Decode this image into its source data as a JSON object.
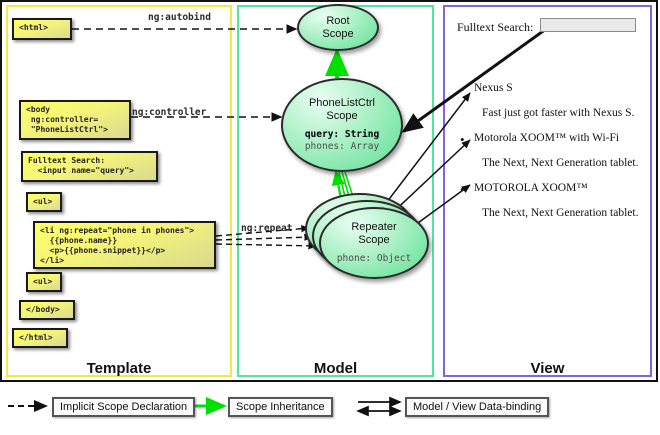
{
  "diagram": {
    "title": "AngularJS Scope / Template / Model / View data-binding diagram",
    "colors": {
      "template_border": "#f2ea3c",
      "model_border": "#4fe6a0",
      "view_border": "#7a66e8",
      "scope_fill": "#84e8ad",
      "code_fill": "#ffff66",
      "inheritance_arrow": "#00e000",
      "frame": "#111111"
    }
  },
  "panels": [
    {
      "id": "template",
      "label": "Template"
    },
    {
      "id": "model",
      "label": "Model"
    },
    {
      "id": "view",
      "label": "View"
    }
  ],
  "template": {
    "boxes": [
      {
        "id": "html-open",
        "text": "<html>"
      },
      {
        "id": "body-open",
        "text": "<body\n ng:controller=\n \"PhoneListCtrl\">"
      },
      {
        "id": "search",
        "text": "Fulltext Search:\n  <input name=\"query\">"
      },
      {
        "id": "ul-open",
        "text": "<ul>"
      },
      {
        "id": "li-repeat",
        "text": "<li ng:repeat=\"phone in phones\">\n  {{phone.name}}\n  <p>{{phone.snippet}}</p>\n</li>"
      },
      {
        "id": "ul-close",
        "text": "<ul>"
      },
      {
        "id": "body-close",
        "text": "</body>"
      },
      {
        "id": "html-close",
        "text": "</html>"
      }
    ]
  },
  "model": {
    "scopes": [
      {
        "id": "root-scope",
        "title": "Root\nScope",
        "props": []
      },
      {
        "id": "ctrl-scope",
        "title": "PhoneListCtrl\nScope",
        "props": [
          {
            "text": "query: String",
            "emphasis": "bold"
          },
          {
            "text": "phones: Array",
            "emphasis": "normal"
          }
        ]
      },
      {
        "id": "repeater-scope",
        "title": "Repeater\nScope",
        "props": [
          {
            "text": "phone: Object",
            "emphasis": "normal"
          }
        ]
      }
    ]
  },
  "view": {
    "search_label": "Fulltext Search:",
    "search_value": "",
    "search_placeholder": "",
    "items": [
      {
        "name": "Nexus S",
        "snippet": "Fast just got faster with Nexus S."
      },
      {
        "name": "Motorola XOOM™  with Wi-Fi",
        "snippet": "The Next, Next Generation tablet."
      },
      {
        "name": "MOTOROLA XOOM™",
        "snippet": "The Next, Next Generation tablet."
      }
    ]
  },
  "edges": [
    {
      "id": "ng-autobind",
      "label": "ng:autobind",
      "kind": "implicit-scope-declaration"
    },
    {
      "id": "ng-controller",
      "label": "ng:controller",
      "kind": "implicit-scope-declaration"
    },
    {
      "id": "ng-repeat",
      "label": "ng:repeat",
      "kind": "implicit-scope-declaration"
    }
  ],
  "legend": [
    {
      "id": "implicit",
      "label": "Implicit Scope Declaration",
      "arrow": "dashed-black"
    },
    {
      "id": "inheritance",
      "label": "Scope Inheritance",
      "arrow": "solid-green"
    },
    {
      "id": "databinding",
      "label": "Model / View Data-binding",
      "arrow": "double-black"
    }
  ]
}
